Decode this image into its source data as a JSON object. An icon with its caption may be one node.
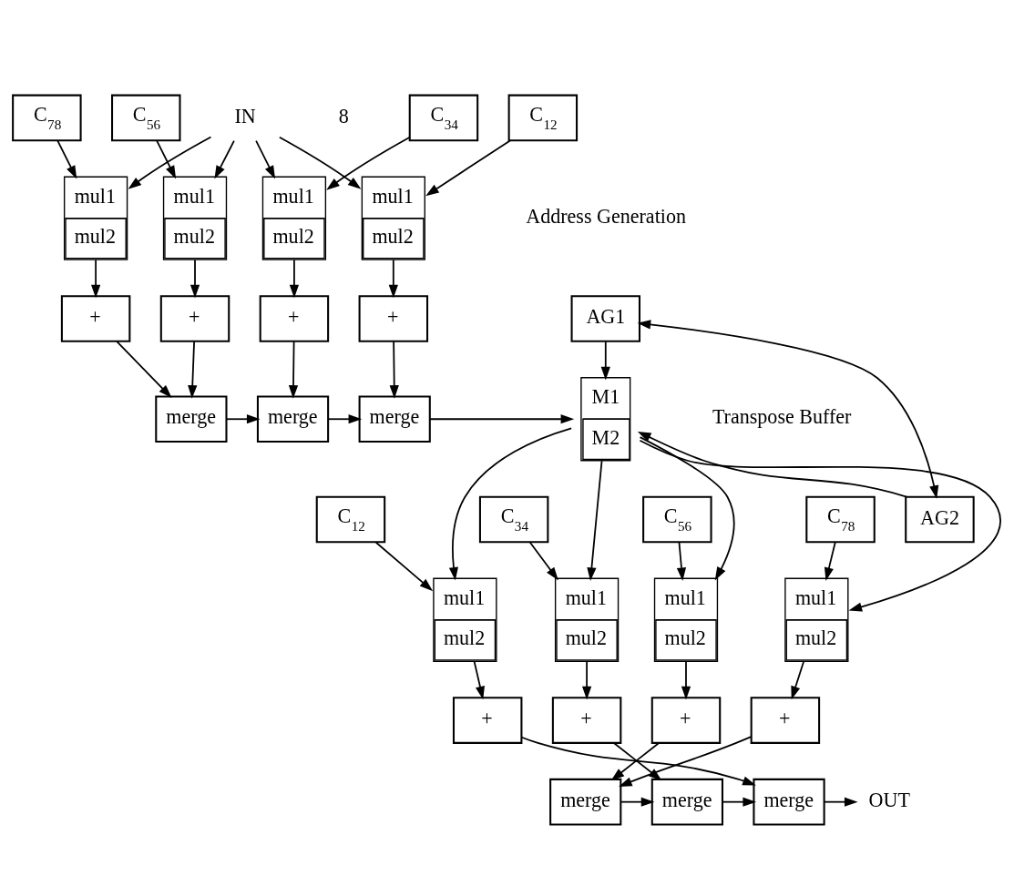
{
  "diagram": {
    "nodes": [
      {
        "text": [
          "IN"
        ]
      },
      {
        "text": [
          "C$_{78}$"
        ]
      },
      {
        "text": [
          "C$_{56}$"
        ]
      },
      {
        "text": [
          "C$_{34}$"
        ]
      },
      {
        "text": [
          "C$_{12}$"
        ]
      },
      {
        "text": [
          "mul1",
          "mul2"
        ]
      },
      {
        "text": [
          "mul1",
          "mul2"
        ]
      },
      {
        "text": [
          "mul1",
          "mul2"
        ]
      },
      {
        "text": [
          "mul1",
          "mul2"
        ]
      },
      {
        "text": [
          "AG1"
        ]
      },
      {
        "text": [
          "+"
        ]
      },
      {
        "text": [
          "+"
        ]
      },
      {
        "text": [
          "+"
        ]
      },
      {
        "text": [
          "+"
        ]
      },
      {
        "text": [
          "M1",
          "M2"
        ],
        "beside": [
          "Transpose Buffer"
        ]
      },
      {
        "text": [
          "merge"
        ]
      },
      {
        "text": [
          "merge"
        ]
      },
      {
        "text": [
          "merge"
        ]
      },
      {
        "text": [
          "C$_{12}$"
        ]
      },
      {
        "text": [
          "C$_{34}$"
        ]
      },
      {
        "text": [
          "C$_{56}$"
        ]
      },
      {
        "text": [
          "C$_{78}$"
        ]
      },
      {
        "text": [
          "AG2"
        ]
      },
      {
        "text": [
          "mul1",
          "mul2"
        ]
      },
      {
        "text": [
          "mul1",
          "mul2"
        ]
      },
      {
        "text": [
          "mul1",
          "mul2"
        ]
      },
      {
        "text": [
          "mul1",
          "mul2"
        ]
      },
      {
        "text": [
          "+"
        ]
      },
      {
        "text": [
          "+"
        ]
      },
      {
        "text": [
          "+"
        ]
      },
      {
        "text": [
          "+"
        ]
      },
      {
        "text": [
          "OUT"
        ]
      },
      {
        "text": [
          "merge"
        ]
      },
      {
        "text": [
          "merge"
        ]
      },
      {
        "text": [
          "merge"
        ]
      }
    ],
    "edges": [
      {
        "from": 0,
        "to": 5,
        "arrow": "to"
      },
      {
        "from": 0,
        "to": 6,
        "arrow": "to"
      },
      {
        "from": 0,
        "to": 7,
        "arrow": "to"
      },
      {
        "from": 0,
        "to": 8,
        "arrow": "to"
      },
      {
        "from": 1,
        "to": 5,
        "arrow": "to"
      },
      {
        "from": 2,
        "to": 6,
        "arrow": "to"
      },
      {
        "from": 3,
        "to": 7,
        "arrow": "to"
      },
      {
        "from": 4,
        "to": 8,
        "arrow": "to"
      },
      {
        "from": 5,
        "to": 10,
        "arrow": "to"
      },
      {
        "from": 6,
        "to": 11,
        "arrow": "to"
      },
      {
        "from": 7,
        "to": 12,
        "arrow": "to"
      },
      {
        "from": 8,
        "to": 13,
        "arrow": "to"
      },
      {
        "from": 10,
        "to": 15,
        "arrow": "to"
      },
      {
        "from": 11,
        "to": 15,
        "arrow": "to"
      },
      {
        "from": 15,
        "to": 16,
        "arrow": "to"
      },
      {
        "from": 12,
        "to": 16,
        "arrow": "to"
      },
      {
        "from": 16,
        "to": 17,
        "arrow": "to"
      },
      {
        "from": 13,
        "to": 17,
        "arrow": "to"
      },
      {
        "from": 17,
        "to": 14,
        "arrow": "to"
      },
      {
        "from": 9,
        "to": 14,
        "arrow": "to"
      },
      {
        "from": 22,
        "to": 14,
        "arrow": "to"
      },
      {
        "from": 9,
        "to": 22,
        "arrow": "both"
      },
      {
        "from": 14,
        "to": 23,
        "arrow": "to"
      },
      {
        "from": 14,
        "to": 24,
        "arrow": "to"
      },
      {
        "from": 14,
        "to": 25,
        "arrow": "to"
      },
      {
        "from": 14,
        "to": 26,
        "arrow": "to"
      },
      {
        "from": 18,
        "to": 23,
        "arrow": "to"
      },
      {
        "from": 19,
        "to": 24,
        "arrow": "to"
      },
      {
        "from": 20,
        "to": 25,
        "arrow": "to"
      },
      {
        "from": 21,
        "to": 26,
        "arrow": "to"
      },
      {
        "from": 23,
        "to": 27,
        "arrow": "to"
      },
      {
        "from": 24,
        "to": 28,
        "arrow": "to"
      },
      {
        "from": 25,
        "to": 29,
        "arrow": "to"
      },
      {
        "from": 26,
        "to": 30,
        "arrow": "to"
      },
      {
        "from": 27,
        "to": 32,
        "arrow": "to"
      },
      {
        "from": 28,
        "to": 33,
        "arrow": "to"
      },
      {
        "from": 29,
        "to": 34,
        "arrow": "to"
      },
      {
        "from": 30,
        "to": 34,
        "arrow": "to"
      },
      {
        "from": 34,
        "to": 33,
        "arrow": "to"
      },
      {
        "from": 33,
        "to": 32,
        "arrow": "to"
      },
      {
        "from": 32,
        "to": 31,
        "arrow": "to"
      }
    ],
    "labels": [
      "8",
      "Address Generation"
    ]
  }
}
